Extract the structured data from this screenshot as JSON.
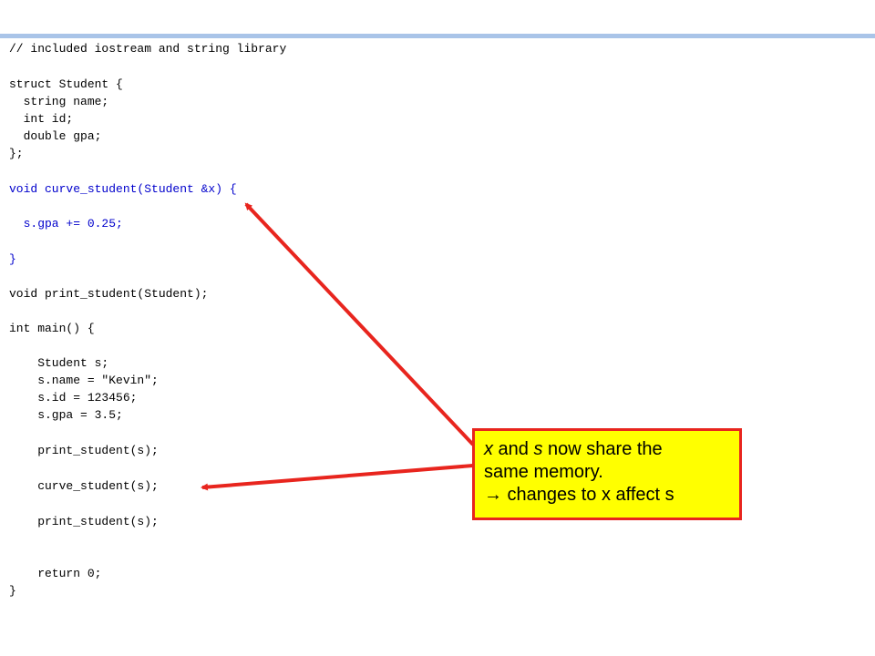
{
  "code": {
    "lines": [
      {
        "text": "// included iostream and string library",
        "highlight": false
      },
      {
        "text": "struct Student {",
        "highlight": false
      },
      {
        "text": "  string name;",
        "highlight": false
      },
      {
        "text": "  int id;",
        "highlight": false
      },
      {
        "text": "  double gpa;",
        "highlight": false
      },
      {
        "text": "};",
        "highlight": false
      },
      {
        "text": "void curve_student(Student &x) {",
        "highlight": true
      },
      {
        "text": "  s.gpa += 0.25;",
        "highlight": true
      },
      {
        "text": "}",
        "highlight": true
      },
      {
        "text": "void print_student(Student);",
        "highlight": false
      },
      {
        "text": "int main() {",
        "highlight": false
      },
      {
        "text": "    Student s;",
        "highlight": false
      },
      {
        "text": "    s.name = \"Kevin\";",
        "highlight": false
      },
      {
        "text": "    s.id = 123456;",
        "highlight": false
      },
      {
        "text": "    s.gpa = 3.5;",
        "highlight": false
      },
      {
        "text": "    print_student(s);",
        "highlight": false
      },
      {
        "text": "    curve_student(s);",
        "highlight": false
      },
      {
        "text": "    print_student(s);",
        "highlight": false
      },
      {
        "text": "    return 0;",
        "highlight": false
      },
      {
        "text": "}",
        "highlight": false
      }
    ]
  },
  "callout": {
    "line1_var1": "x",
    "line1_and": " and ",
    "line1_var2": "s",
    "line1_rest": " now share the",
    "line2": "same memory.",
    "line3_arrow": "→",
    "line3_text": " changes to x affect s"
  },
  "colors": {
    "code_highlight": "#0000cc",
    "callout_fill": "#ffff00",
    "callout_border": "#e8251e",
    "arrow": "#e8251e",
    "top_rule": "#a9c4e8"
  }
}
